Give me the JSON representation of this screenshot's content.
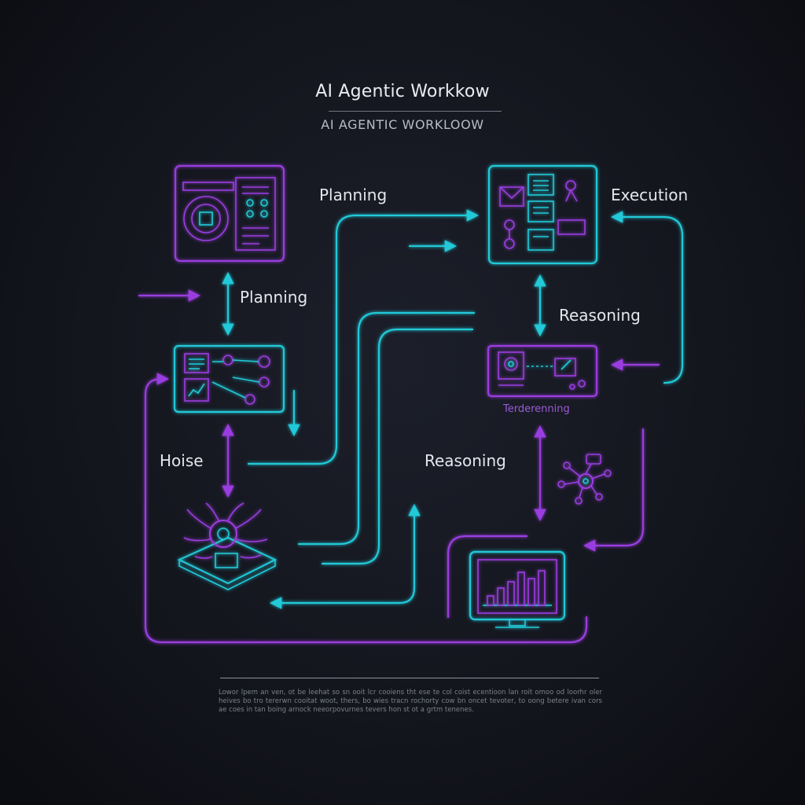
{
  "title": "AI Agentic Workkow",
  "subtitle": "AI AGENTIC WORKLOOW",
  "labels": {
    "planning_top": "Planning",
    "execution": "Execution",
    "planning_left": "Planning",
    "reasoning_right": "Reasoning",
    "reasoning_caption": "Terderenning",
    "hoise": "Hoise",
    "reasoning_center": "Reasoning"
  },
  "footer": {
    "text": "Lowor lpem an ven, ot be leehat so sn ooit lcr cooiens tht ese te col coist ecentioon lan roit omoo od loorhr oler heives bo tro tererwn cooitat woot, thers, bo wies tracn rochorty cow bn oncet tevoter, to oong betere ivan cors ae coes in tan boing arnock neeorpovurnes tevers hon st ot a grtm tenenes."
  },
  "colors": {
    "cyan": "#21c9d8",
    "purple": "#9a3de0",
    "background": "#14161e"
  },
  "icons": [
    "dashboard-panel-icon",
    "workflow-document-icon",
    "network-graph-icon",
    "process-chart-icon",
    "neural-chip-icon",
    "hub-network-icon",
    "bar-chart-monitor-icon"
  ]
}
